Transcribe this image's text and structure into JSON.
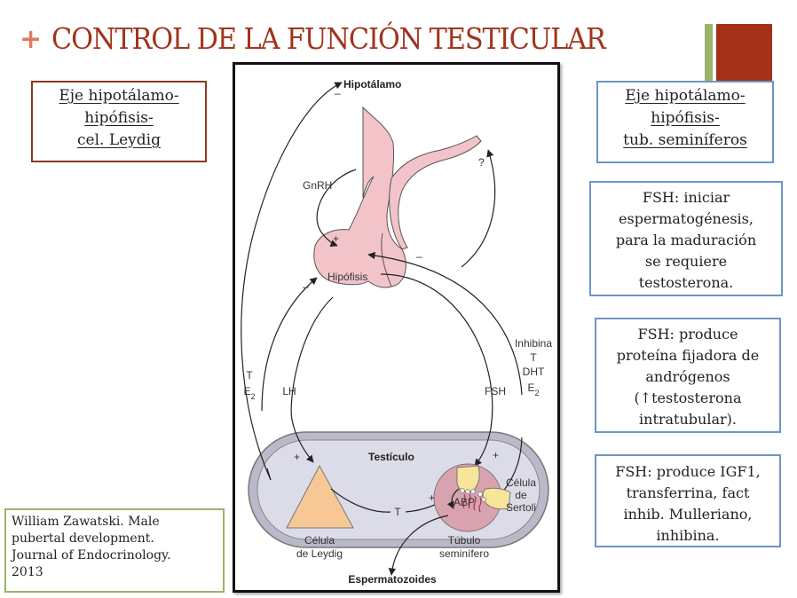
{
  "slide": {
    "title": "CONTROL DE LA FUNCIÓN TESTICULAR",
    "title_bullet": "+",
    "colors": {
      "title": "#a0341c",
      "bullet": "#e07a5f",
      "accent_red": "#a5311a",
      "accent_green": "#9bb36a",
      "box_blue_border": "#6e95c6",
      "box_red_border": "#8b3a22",
      "gland_pink": "#f2c4c9",
      "testis_fill": "#dcdce8",
      "leydig_fill": "#f7c896",
      "tubule_fill": "#d8a2ae",
      "sertoli_fill": "#f7e59a"
    }
  },
  "left_box": {
    "lines": [
      "Eje hipotálamo-",
      "hipófisis-",
      "cel. Leydig"
    ]
  },
  "right_box": {
    "lines": [
      "Eje hipotálamo-",
      "hipófisis-",
      "tub. seminíferos"
    ]
  },
  "info_boxes": [
    {
      "lines": [
        "FSH: iniciar",
        "espermatogénesis,",
        "para la maduración",
        "se requiere",
        "testosterona."
      ]
    },
    {
      "lines": [
        "FSH: produce",
        "proteína fijadora de",
        "andrógenos",
        "(↑testosterona",
        "intratubular)."
      ]
    },
    {
      "lines": [
        "FSH: produce IGF1,",
        "transferrina, fact",
        "inhib. Mulleriano,",
        "inhibina."
      ]
    }
  ],
  "reference": {
    "lines": [
      "William Zawatski. Male",
      "pubertal development.",
      "Journal of Endocrinology.",
      "2013"
    ]
  },
  "diagram": {
    "hypothalamus": "Hipotálamo",
    "pituitary": "Hipófisis",
    "testis": "Testículo",
    "gnrh": "GnRH",
    "lh": "LH",
    "fsh": "FSH",
    "left_feedback": [
      "T",
      "E2"
    ],
    "right_feedback": [
      "Inhibina",
      "T",
      "DHT",
      "E2"
    ],
    "question": "?",
    "plus": "+",
    "minus": "–",
    "leydig_cell": [
      "Célula",
      "de Leydig"
    ],
    "testosterone": "T",
    "abp": "ABP",
    "sertoli_cell": [
      "Célula",
      "de",
      "Sertoli"
    ],
    "seminiferous_tubule": [
      "Túbulo",
      "seminífero"
    ],
    "sperm": "Espermatozoides"
  }
}
